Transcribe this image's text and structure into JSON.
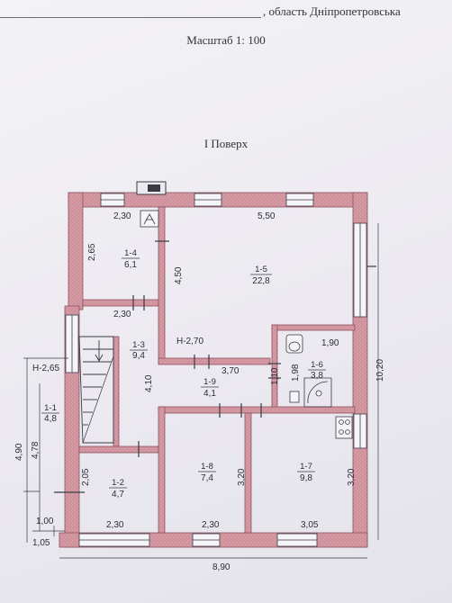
{
  "header": {
    "region": ", область Дніпропетровська",
    "scale": "Масштаб 1: 100",
    "floor": "I Поверх"
  },
  "rooms": [
    {
      "no": "1-1",
      "area": "4,8"
    },
    {
      "no": "1-2",
      "area": "4,7"
    },
    {
      "no": "1-3",
      "area": "9,4"
    },
    {
      "no": "1-4",
      "area": "6,1"
    },
    {
      "no": "1-5",
      "area": "22,8"
    },
    {
      "no": "1-6",
      "area": "3,8"
    },
    {
      "no": "1-7",
      "area": "9,8"
    },
    {
      "no": "1-8",
      "area": "7,4"
    },
    {
      "no": "1-9",
      "area": "4,1"
    }
  ],
  "heights": {
    "h1": "Н-2,70",
    "h2": "Н-2,65"
  },
  "dimensions": {
    "d_2_30_top": "2,30",
    "d_5_50": "5,50",
    "d_2_65": "2,65",
    "d_4_50": "4,50",
    "d_2_30_mid": "2,30",
    "d_1_90": "1,90",
    "d_1_98": "1,98",
    "d_1_10": "1,10",
    "d_3_70": "3,70",
    "d_4_10": "4,10",
    "d_10_20": "10,20",
    "d_4_90": "4,90",
    "d_4_78": "4,78",
    "d_2_05": "2,05",
    "d_3_20_a": "3,20",
    "d_3_20_b": "3,20",
    "d_1_00": "1,00",
    "d_1_05": "1,05",
    "d_2_30_bl": "2,30",
    "d_2_30_bm": "2,30",
    "d_3_05": "3,05",
    "d_8_90": "8,90"
  },
  "colors": {
    "wall": "#d59aa4",
    "wall_edge": "#8c5260",
    "line": "#3a3a44"
  }
}
